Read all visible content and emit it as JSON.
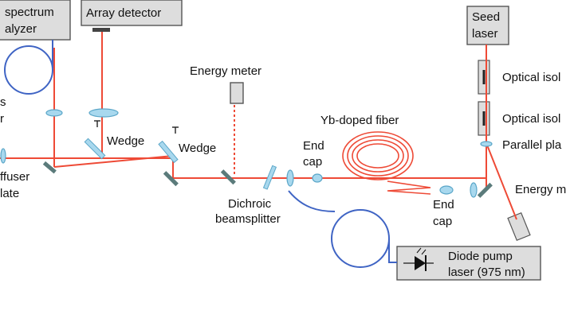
{
  "labels": {
    "spectrum_line1": "spectrum",
    "spectrum_line2": "alyzer",
    "array_detector": "Array detector",
    "seed_line1": "Seed",
    "seed_line2": "laser",
    "isolator_1": "Optical isol",
    "isolator_2": "Optical isol",
    "parallel_plate": "Parallel pla",
    "energy_meter_top": "Energy meter",
    "energy_meter_right": "Energy m",
    "yb_fiber": "Yb-doped fiber",
    "wedge_1": "Wedge",
    "wedge_2": "Wedge",
    "end_cap_left_1": "End",
    "end_cap_left_2": "cap",
    "end_cap_right_1": "End",
    "end_cap_right_2": "cap",
    "dichroic_1": "Dichroic",
    "dichroic_2": "beamsplitter",
    "diode_1": "Diode pump",
    "diode_2": "laser (975 nm)",
    "left_frag_1": "s",
    "left_frag_2": "r",
    "diffuser_1": "ffuser",
    "diffuser_2": "late"
  },
  "colors": {
    "beam": "#ee4a36",
    "fiber": "#3f64c4",
    "optic": "#a8d8ee",
    "mirror": "#5b7b7b",
    "box": "#dddddd"
  }
}
